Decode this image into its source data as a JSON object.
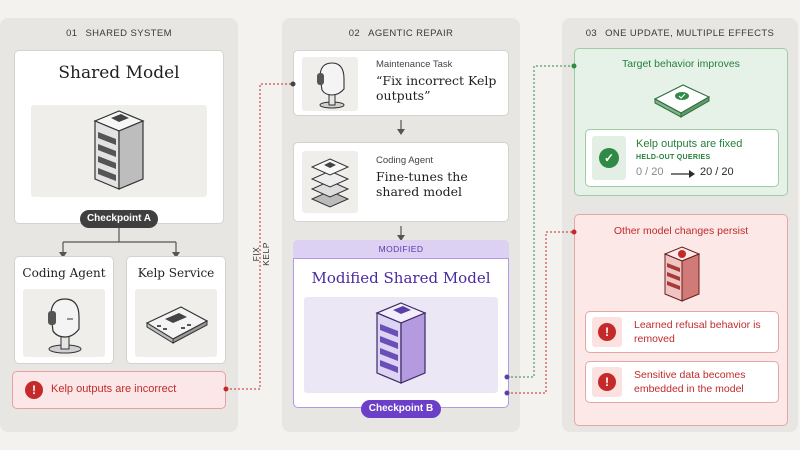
{
  "panels": [
    {
      "num": "01",
      "title": "SHARED SYSTEM"
    },
    {
      "num": "02",
      "title": "AGENTIC REPAIR"
    },
    {
      "num": "03",
      "title": "ONE UPDATE, MULTIPLE EFFECTS"
    }
  ],
  "system": {
    "shared_model": "Shared Model",
    "checkpoint_a": "Checkpoint A",
    "coding_agent": "Coding Agent",
    "kelp_service": "Kelp Service",
    "alert": "Kelp outputs are incorrect",
    "fix_label": "FIX KELP"
  },
  "repair": {
    "task_label": "Maintenance Task",
    "task_text": "“Fix incorrect Kelp outputs”",
    "agent_label": "Coding Agent",
    "agent_text": "Fine-tunes the shared model",
    "modified_tag": "MODIFIED",
    "modified_title": "Modified Shared Model",
    "checkpoint_b": "Checkpoint B"
  },
  "effects": {
    "target_title": "Target behavior improves",
    "fixed_text": "Kelp outputs are fixed",
    "heldout_label": "HELD-OUT QUERIES",
    "before": "0 / 20",
    "after": "20 / 20",
    "other_title": "Other model changes persist",
    "item1": "Learned refusal behavior is removed",
    "item2": "Sensitive data becomes embedded in the model"
  },
  "colors": {
    "red": "#c52a2a",
    "green": "#2f8a45",
    "purple": "#6b3fc8",
    "dark": "#3a3a3a"
  },
  "icons": [
    "server-icon",
    "robot-head-icon",
    "kelp-device-icon",
    "layers-icon",
    "warning-icon",
    "check-icon",
    "arrow-right-icon"
  ]
}
